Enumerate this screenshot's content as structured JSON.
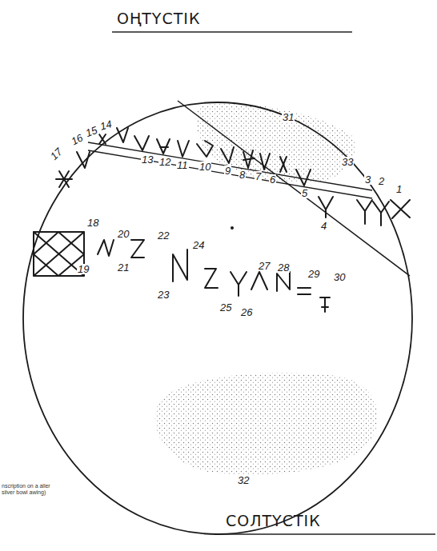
{
  "diagram": {
    "title": "ОҢТҮСТІК",
    "caption": "nscription on a aller silver bowl awing)",
    "labels": [
      "1",
      "2",
      "3",
      "4",
      "5",
      "6",
      "7",
      "8",
      "9",
      "10",
      "11",
      "12",
      "13",
      "14",
      "15",
      "16",
      "17",
      "18",
      "19",
      "20",
      "21",
      "22",
      "23",
      "24",
      "25",
      "26",
      "27",
      "28",
      "29",
      "30",
      "31",
      "32",
      "33",
      "СОЛТҮСТІК"
    ]
  }
}
